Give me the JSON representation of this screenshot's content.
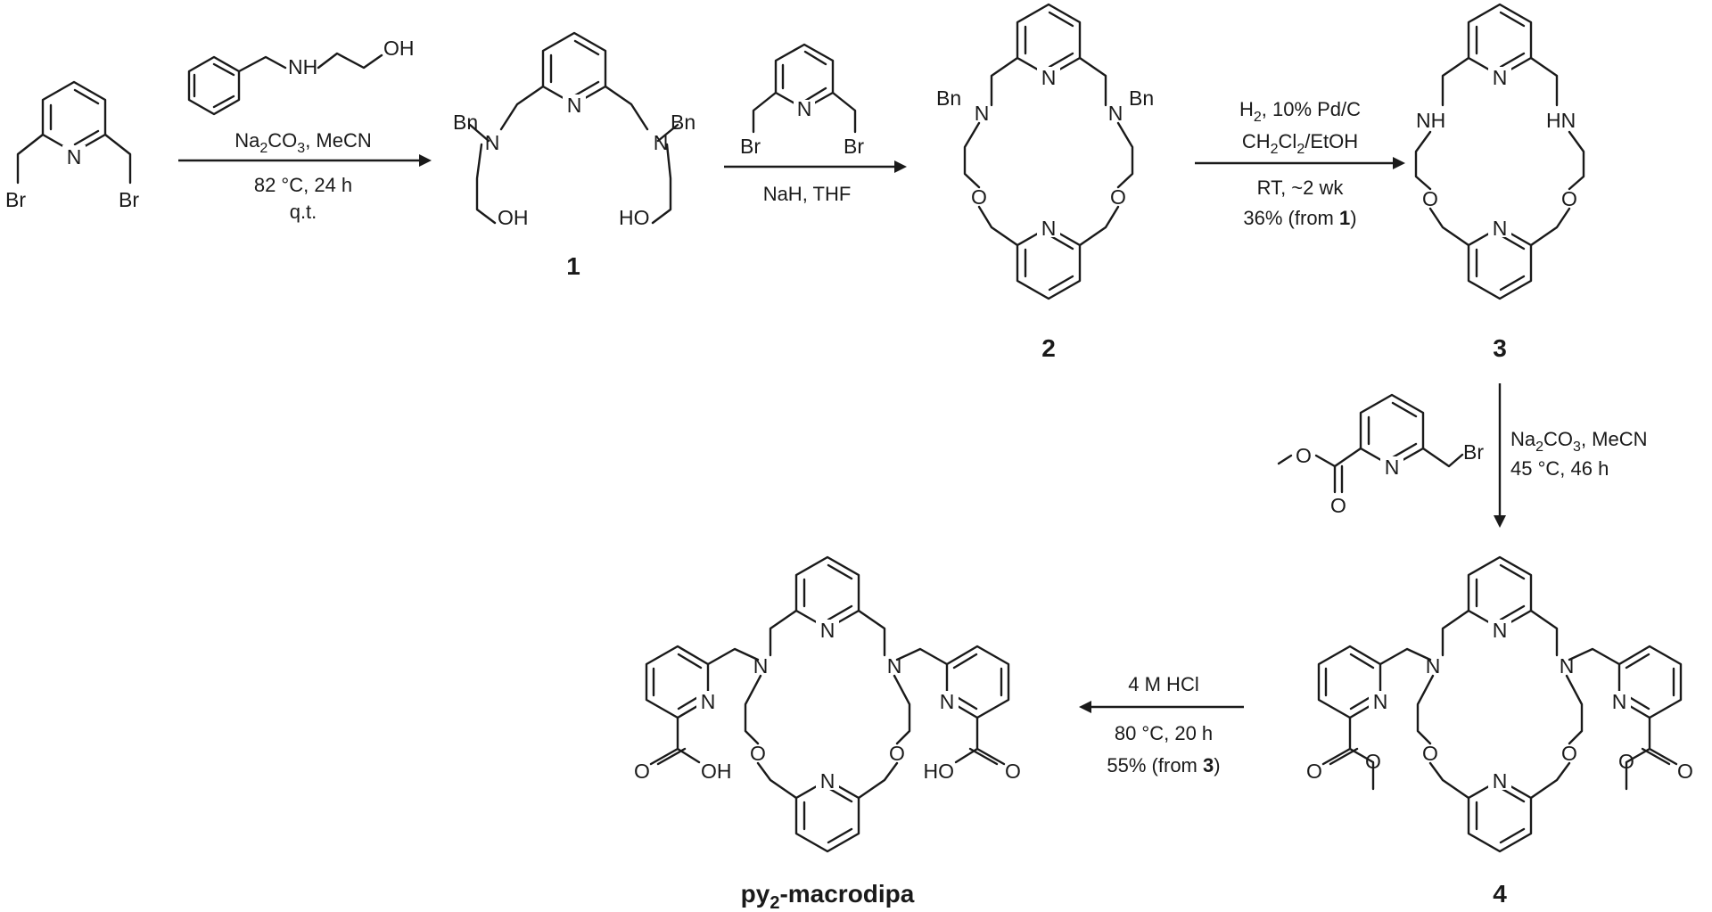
{
  "atoms": {
    "N": "N",
    "O": "O",
    "Br": "Br",
    "Bn": "Bn",
    "NH": "NH",
    "HN": "HN",
    "OH": "OH",
    "HO": "HO"
  },
  "compounds": {
    "c1": "1",
    "c2": "2",
    "c3": "3",
    "c4": "4",
    "final_main": "py",
    "final_sub": "2",
    "final_tail": "-macrodipa"
  },
  "step1": {
    "line1_a": "Na",
    "line1_sub": "2",
    "line1_b": "CO",
    "line1_sub2": "3",
    "line1_c": ", MeCN",
    "line2": "82 °C, 24 h",
    "line3": "q.t."
  },
  "step2": {
    "line1": "NaH, THF"
  },
  "step3": {
    "line1_a": "H",
    "line1_sub": "2",
    "line1_b": ", 10% Pd/C",
    "line2_a": "CH",
    "line2_sub": "2",
    "line2_b": "Cl",
    "line2_sub2": "2",
    "line2_c": "/EtOH",
    "line3": "RT, ~2 wk",
    "line4_a": "36% (from ",
    "line4_b": "1",
    "line4_c": ")"
  },
  "step4": {
    "line1_a": "Na",
    "line1_sub": "2",
    "line1_b": "CO",
    "line1_sub2": "3",
    "line1_c": ", MeCN",
    "line2": "45 °C, 46 h"
  },
  "step5": {
    "line1": "4 M HCl",
    "line2": "80 °C, 20 h",
    "line3_a": "55% (from ",
    "line3_b": "3",
    "line3_c": ")"
  }
}
